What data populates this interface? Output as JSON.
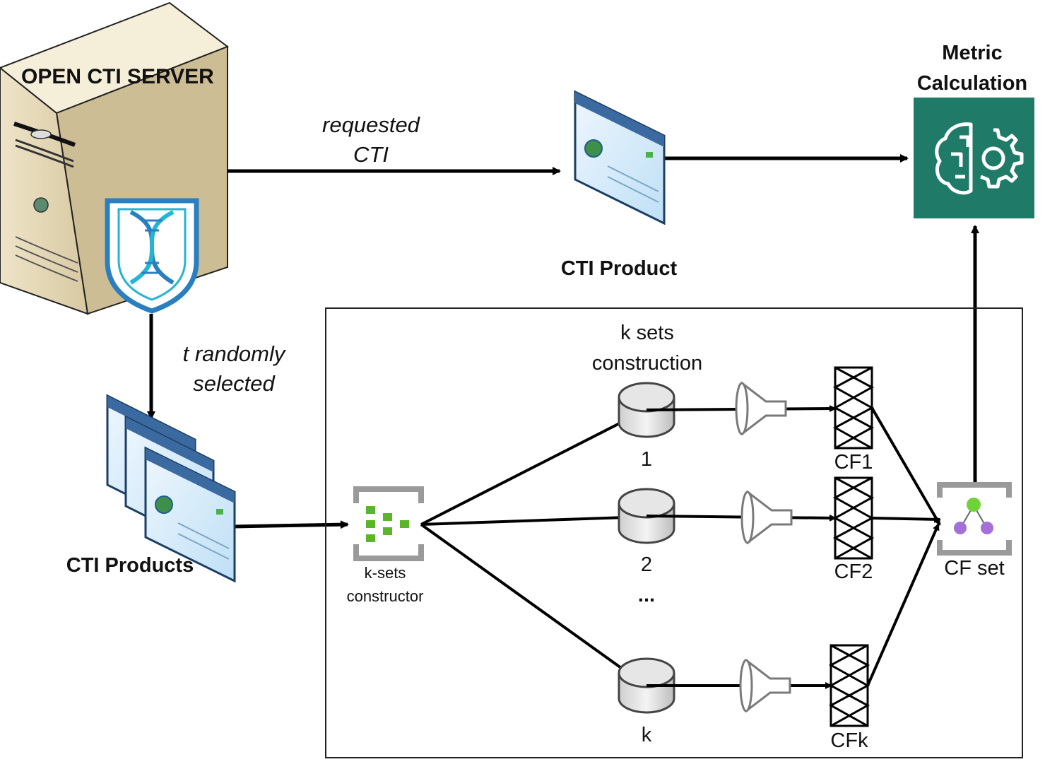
{
  "server": {
    "title": "OPEN CTI SERVER"
  },
  "edges": {
    "requested": {
      "line1": "requested",
      "line2": "CTI"
    },
    "random": {
      "line1": "t randomly",
      "line2": "selected"
    }
  },
  "product": {
    "label": "CTI Product"
  },
  "products": {
    "label": "CTI Products"
  },
  "metric": {
    "line1": "Metric",
    "line2": "Calculation"
  },
  "constructor": {
    "line1": "k-sets",
    "line2": "constructor"
  },
  "ksets": {
    "line1": "k sets",
    "line2": "construction"
  },
  "sets": [
    "1",
    "2",
    "k"
  ],
  "ellipsis": "...",
  "filters": [
    "CF1",
    "CF2",
    "CFk"
  ],
  "cfset": {
    "label": "CF set"
  },
  "colors": {
    "metric_bg": "#1f7a68",
    "server_body": "#e3d6b4",
    "accent_green": "#5ab52a",
    "dna_blue": "#2a7fc0"
  }
}
